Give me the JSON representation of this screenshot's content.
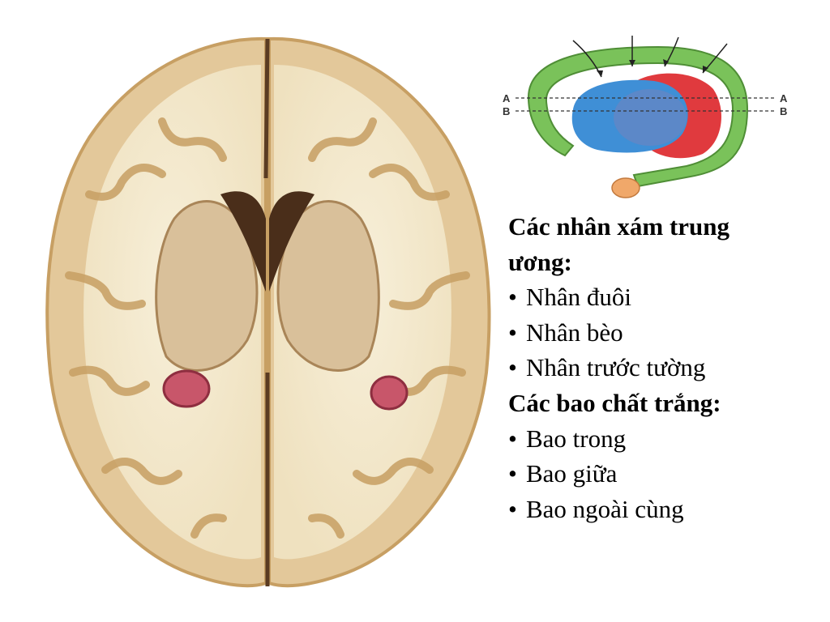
{
  "legend": {
    "gray_nuclei_heading": "Các nhân xám trung ương:",
    "gray_nuclei": [
      "Nhân đuôi",
      "Nhân bèo",
      "Nhân trước tường"
    ],
    "white_capsules_heading": "Các bao chất trắng:",
    "white_capsules": [
      "Bao trong",
      "Bao giữa",
      "Bao ngoài cùng"
    ],
    "bullet_char": "•"
  },
  "diagram": {
    "section_label_a": "A",
    "section_label_b": "B"
  },
  "colors": {
    "caudate_green": "#7ac25a",
    "lentiform_blue": "#3f8fd6",
    "thalamus_red": "#e03a3e",
    "amygdala_orange": "#f0a86a",
    "cortex_tan": "#e3c89a",
    "white_matter_cream": "#f4ead0"
  }
}
